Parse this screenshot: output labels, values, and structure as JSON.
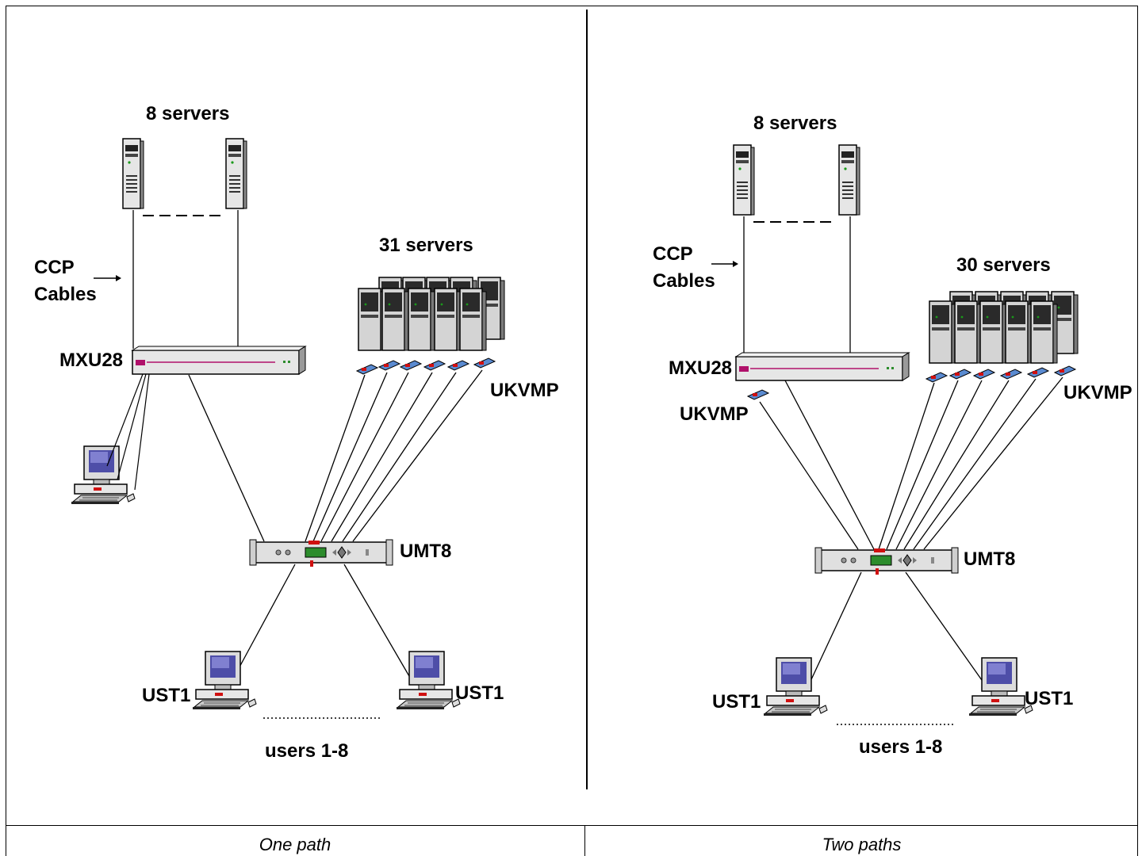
{
  "left_panel": {
    "top_servers_label": "8 servers",
    "rack_servers_label": "31 servers",
    "ccp_label_line1": "CCP",
    "ccp_label_line2": "Cables",
    "mxu_label": "MXU28",
    "ukvmp_label": "UKVMP",
    "umt_label": "UMT8",
    "user_left_label": "UST1",
    "user_right_label": "UST1",
    "users_label": "users 1-8",
    "caption": "One path"
  },
  "right_panel": {
    "top_servers_label": "8 servers",
    "rack_servers_label": "30 servers",
    "ccp_label_line1": "CCP",
    "ccp_label_line2": "Cables",
    "mxu_label": "MXU28",
    "ukvmp_label_left": "UKVMP",
    "ukvmp_label_right": "UKVMP",
    "umt_label": "UMT8",
    "user_left_label": "UST1",
    "user_right_label": "UST1",
    "users_label": "users 1-8",
    "caption": "Two paths"
  },
  "colors": {
    "device_body": "#e6e6e6",
    "device_shadow": "#8c8c8c",
    "accent_magenta": "#b0106a",
    "accent_red": "#d01010",
    "display_green": "#2c8c2c",
    "screen_blue": "#4e4ea8"
  }
}
